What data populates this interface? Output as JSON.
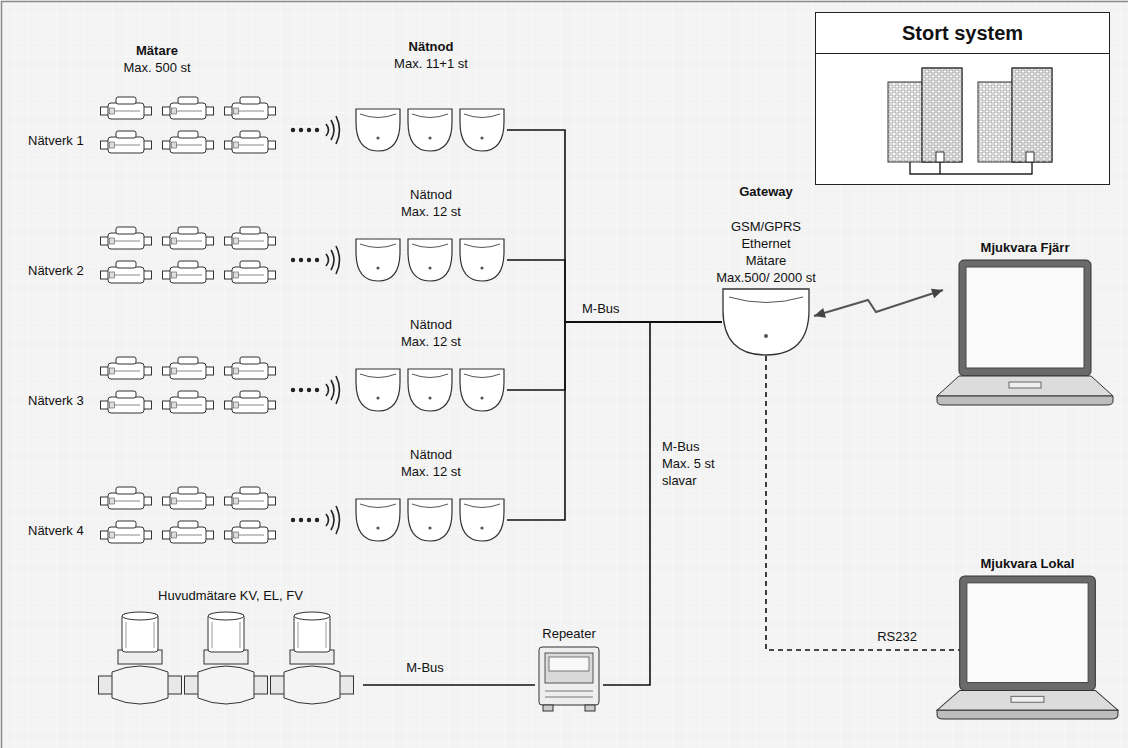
{
  "diagram": {
    "nodes": [
      {
        "text": [
          "Stort system"
        ]
      },
      {
        "text": [
          "Nätnod",
          "Max. 11+1 st"
        ]
      },
      {
        "text": [
          "Nätnod",
          "Max. 12 st"
        ]
      },
      {
        "text": [
          "Nätnod",
          "Max. 12 st"
        ]
      },
      {
        "text": [
          "Nätnod",
          "Max. 12 st"
        ]
      },
      {
        "text": [
          "Gateway",
          "GSM/GPRS",
          "Ethernet",
          "Mätare",
          "Max.500/ 2000 st"
        ]
      },
      {
        "text": [
          "Mjukvara Fjärr"
        ]
      },
      {
        "text": [
          "Mjukvara Lokal"
        ]
      },
      {
        "text": [
          "Repeater"
        ]
      },
      {
        "text": [
          "Huvudmätare KV, EL, FV"
        ]
      }
    ],
    "edges": [
      {
        "from": 1,
        "to": 5,
        "arrow": "none"
      },
      {
        "from": 2,
        "to": 5,
        "arrow": "none"
      },
      {
        "from": 3,
        "to": 5,
        "arrow": "none"
      },
      {
        "from": 4,
        "to": 5,
        "arrow": "none"
      },
      {
        "from": 8,
        "to": 5,
        "label": "M-Bus Max. 5 st slavar",
        "arrow": "none"
      },
      {
        "from": 9,
        "to": 8,
        "label": "M-Bus",
        "arrow": "none"
      },
      {
        "from": 5,
        "to": 6,
        "arrow": "both"
      },
      {
        "from": 5,
        "to": 7,
        "label": "RS232",
        "arrow": "none"
      }
    ],
    "labels": [
      "Mätare",
      "Max. 500 st",
      "Nätverk 1",
      "Nätverk 2",
      "Nätverk 3",
      "Nätverk 4",
      "M-Bus"
    ]
  }
}
